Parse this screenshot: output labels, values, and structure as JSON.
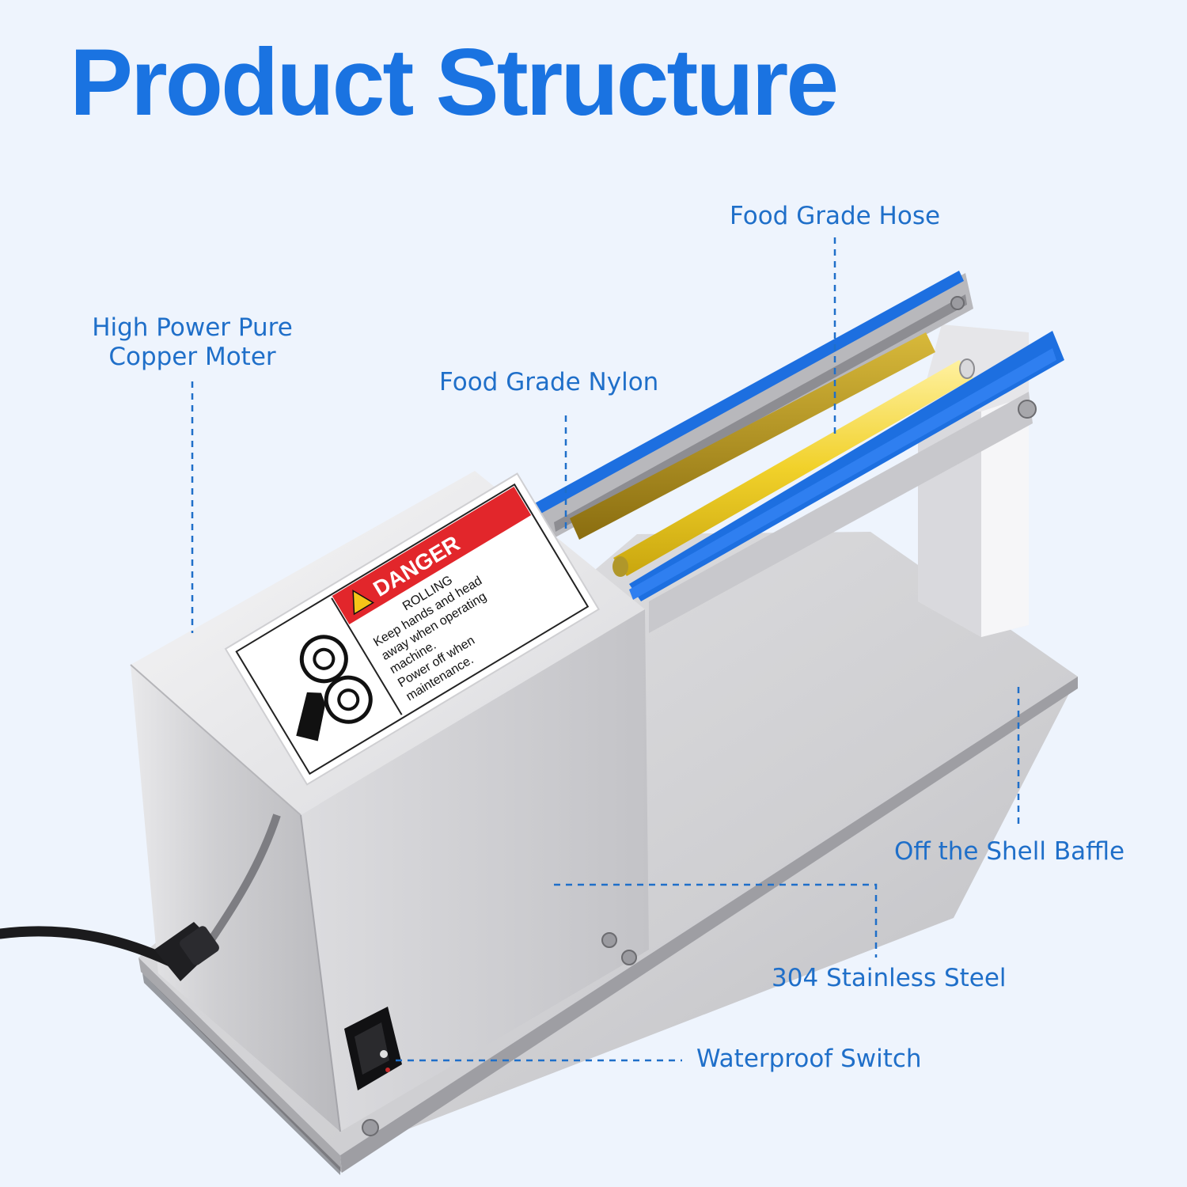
{
  "title": "Product Structure",
  "colors": {
    "background": "#eef4fd",
    "title": "#1a73e1",
    "label": "#1f6fc9",
    "accent_blue": "#1d6fe0",
    "roller_yellow": "#f1d12a",
    "danger_red": "#e2262b"
  },
  "labels": {
    "motor_line1": "High Power Pure",
    "motor_line2": "Copper Moter",
    "nylon": "Food Grade Nylon",
    "hose": "Food Grade Hose",
    "baffle": "Off the Shell Baffle",
    "steel": "304 Stainless Steel",
    "switch": "Waterproof Switch"
  },
  "sticker": {
    "heading": "DANGER",
    "line1": "ROLLING",
    "line2": "Keep hands and head",
    "line3": "away when operating",
    "line4": "machine.",
    "line5": "Power off when",
    "line6": "maintenance."
  }
}
